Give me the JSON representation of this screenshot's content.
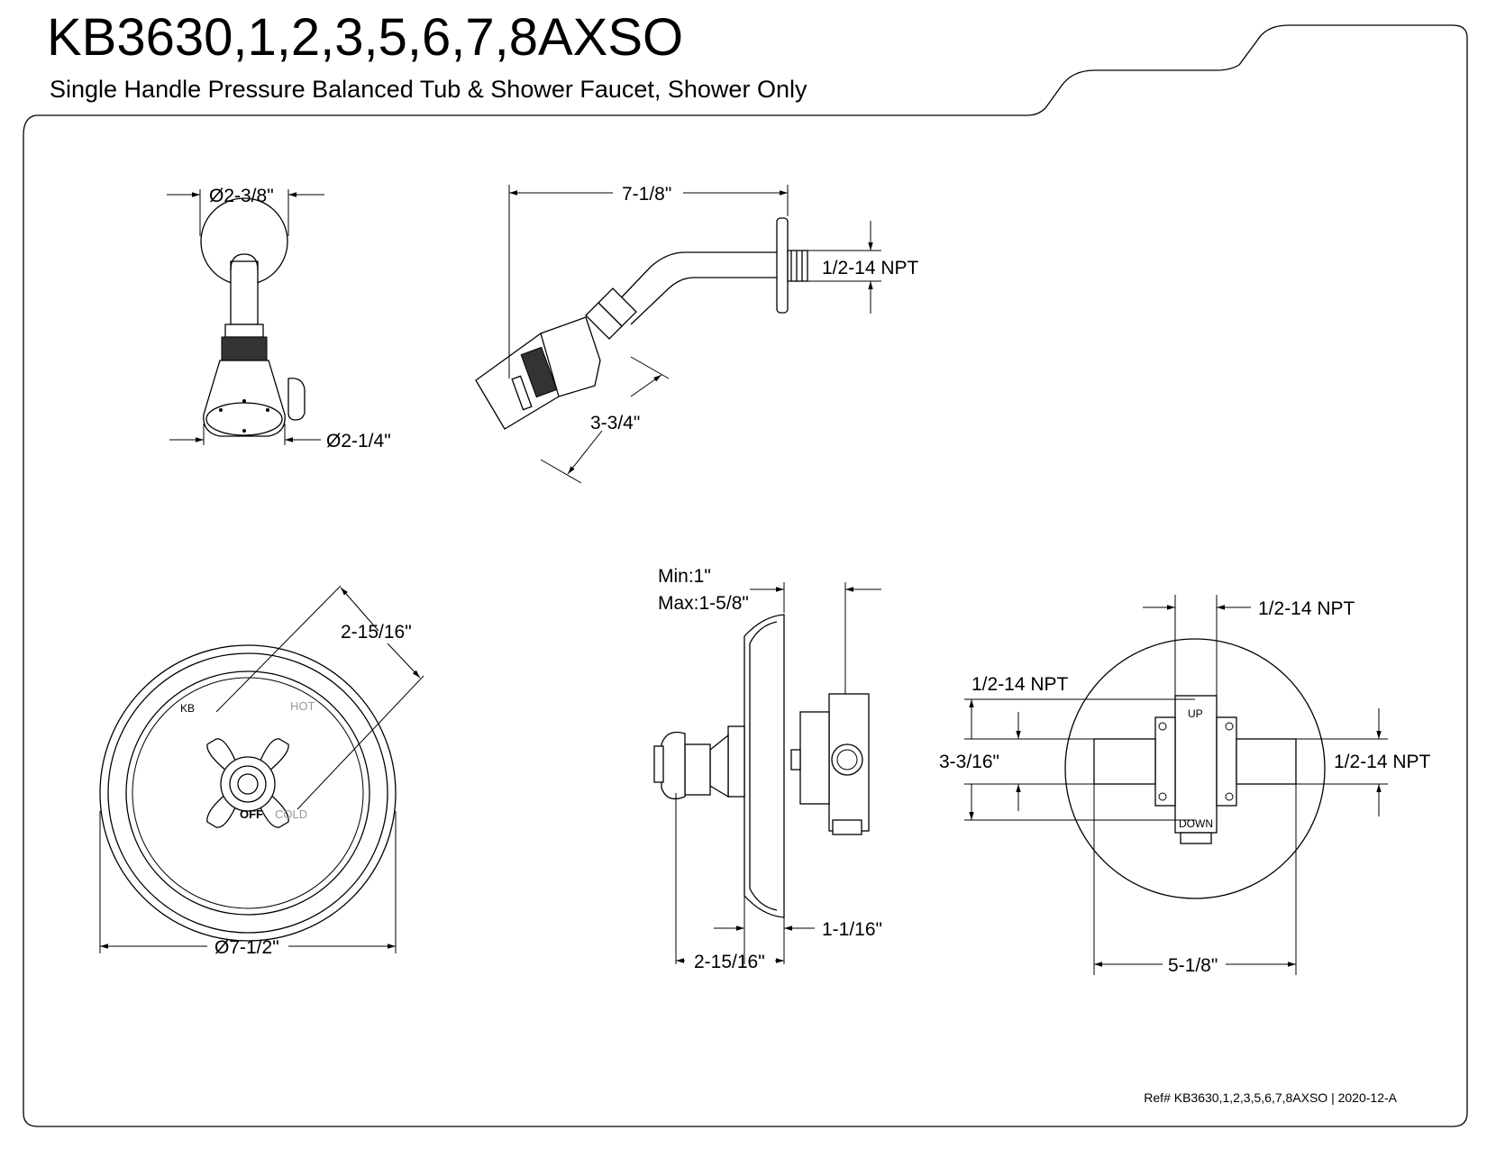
{
  "header": {
    "title": "KB3630,1,2,3,5,6,7,8AXSO",
    "subtitle": "Single Handle Pressure Balanced Tub & Shower Faucet, Shower Only"
  },
  "showerhead_front": {
    "flange_diameter": "Ø2-3/8\"",
    "head_diameter": "Ø2-1/4\""
  },
  "showerhead_side": {
    "arm_length": "7-1/8\"",
    "inlet_thread": "1/2-14 NPT",
    "head_length": "3-3/4\""
  },
  "trim_front": {
    "handle_radius": "2-15/16\"",
    "plate_diameter": "Ø7-1/2\"",
    "brand_mark": "KB",
    "hot_label": "HOT",
    "cold_label": "COLD",
    "off_label": "OFF"
  },
  "valve_side": {
    "wall_min": "Min:1\"",
    "wall_max": "Max:1-5/8\"",
    "plate_depth": "1-1/16\"",
    "handle_projection": "2-15/16\""
  },
  "valve_front": {
    "top_outlet": "1/2-14 NPT",
    "left_inlet": "1/2-14 NPT",
    "right_inlet": "1/2-14 NPT",
    "inlet_height": "3-3/16\"",
    "inlet_span": "5-1/8\"",
    "up_label": "UP",
    "down_label": "DOWN"
  },
  "footer": {
    "reference": "Ref# KB3630,1,2,3,5,6,7,8AXSO | 2020-12-A"
  }
}
